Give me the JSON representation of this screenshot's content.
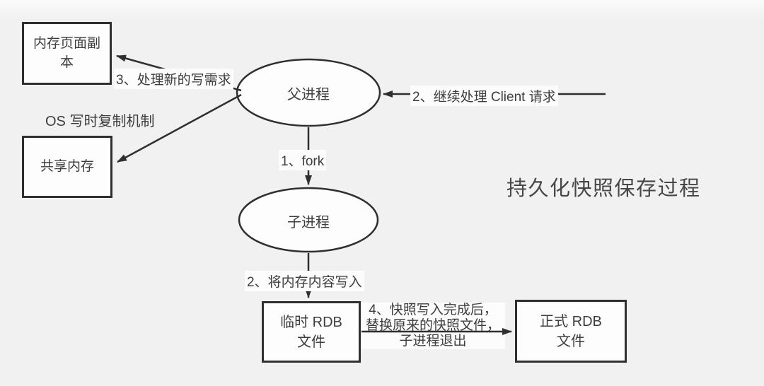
{
  "title": "持久化快照保存过程",
  "nodes": {
    "memory_page_copy": "内存页面副本",
    "shared_memory": "共享内存",
    "parent_process": "父进程",
    "child_process": "子进程",
    "temp_rdb": "临时 RDB 文件",
    "official_rdb": "正式 RDB 文件"
  },
  "labels": {
    "step1_fork": "1、fork",
    "step2_client": "2、继续处理 Client 请求",
    "step2_write": "2、将内存内容写入",
    "step3_write_new": "3、处理新的写需求",
    "step4_line1": "4、快照写入完成后，",
    "step4_line2": "替换原来的快照文件，",
    "step4_line3": "子进程退出",
    "os_cow": "OS 写时复制机制"
  },
  "colors": {
    "background": "#f1f1f1",
    "stroke": "#2f2f2f",
    "node_fill": "#fdfdfd",
    "text": "#3d3d3d",
    "label_bg": "#fcfcfc"
  }
}
